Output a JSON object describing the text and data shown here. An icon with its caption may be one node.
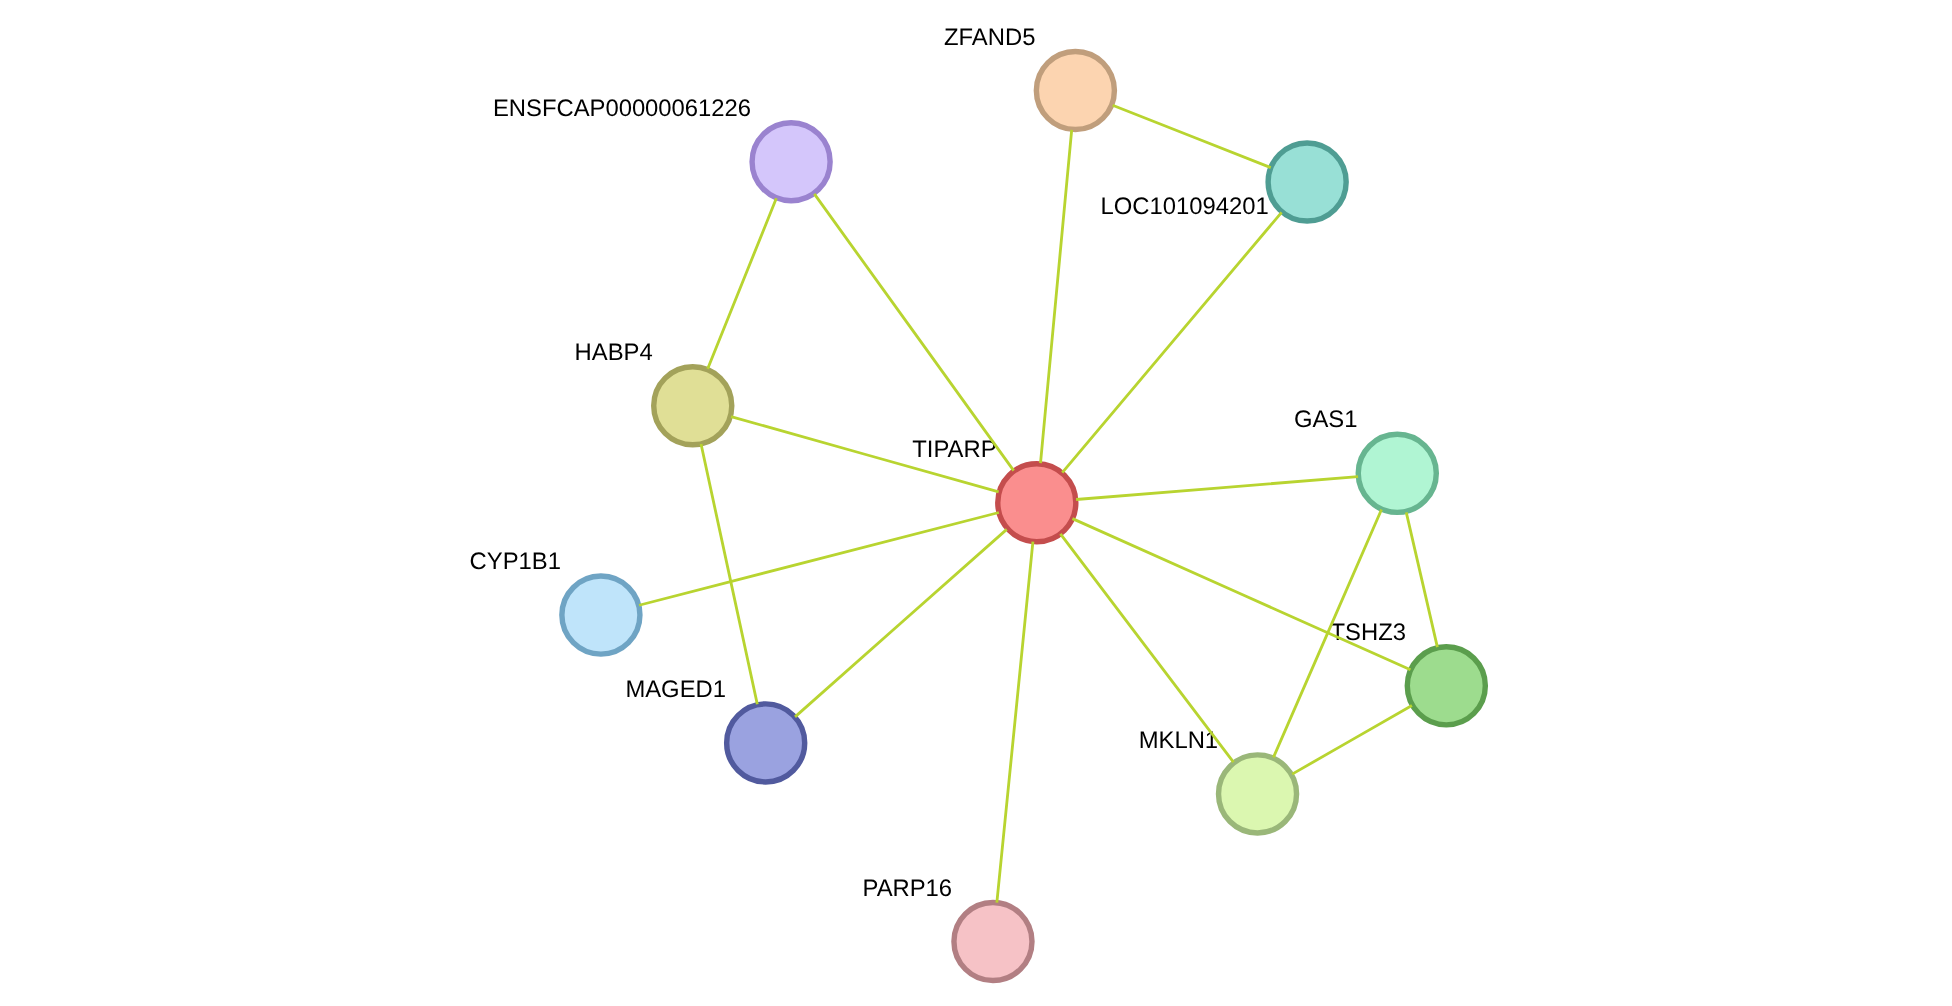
{
  "diagram": {
    "nodes": [
      {
        "text": [],
        "shape": "circle",
        "beside": [
          "ENSFCAP00000061226"
        ]
      },
      {
        "text": [],
        "shape": "circle",
        "beside": [
          "HABP4"
        ]
      },
      {
        "text": [],
        "shape": "circle",
        "beside": [
          "MAGED1"
        ]
      },
      {
        "text": [],
        "shape": "circle",
        "beside": [
          "ZFAND5"
        ]
      },
      {
        "text": [],
        "shape": "circle",
        "beside": [
          "LOC101094201"
        ]
      },
      {
        "text": [],
        "shape": "circle",
        "beside": [
          "TIPARP"
        ]
      },
      {
        "text": [],
        "shape": "circle",
        "beside": [
          "CYP1B1"
        ]
      },
      {
        "text": [],
        "shape": "circle",
        "beside": [
          "GAS1"
        ]
      },
      {
        "text": [],
        "shape": "circle",
        "beside": [
          "PARP16"
        ]
      },
      {
        "text": [],
        "shape": "circle",
        "beside": [
          "MKLN1"
        ]
      },
      {
        "text": [],
        "shape": "circle",
        "beside": [
          "TSHZ3"
        ]
      }
    ],
    "edges": [
      {
        "from": 1,
        "to": 0,
        "arrow": "none"
      },
      {
        "from": 2,
        "to": 1,
        "arrow": "none"
      },
      {
        "from": 5,
        "to": 0,
        "arrow": "none"
      },
      {
        "from": 5,
        "to": 1,
        "arrow": "none"
      },
      {
        "from": 5,
        "to": 2,
        "arrow": "none"
      },
      {
        "from": 5,
        "to": 3,
        "arrow": "none"
      },
      {
        "from": 3,
        "to": 4,
        "arrow": "none"
      },
      {
        "from": 5,
        "to": 4,
        "arrow": "none"
      },
      {
        "from": 5,
        "to": 6,
        "arrow": "none"
      },
      {
        "from": 5,
        "to": 7,
        "arrow": "none"
      },
      {
        "from": 5,
        "to": 8,
        "arrow": "none"
      },
      {
        "from": 5,
        "to": 9,
        "arrow": "none"
      },
      {
        "from": 5,
        "to": 10,
        "arrow": "none"
      },
      {
        "from": 7,
        "to": 9,
        "arrow": "none"
      },
      {
        "from": 7,
        "to": 10,
        "arrow": "none"
      },
      {
        "from": 9,
        "to": 10,
        "arrow": "none"
      }
    ]
  }
}
